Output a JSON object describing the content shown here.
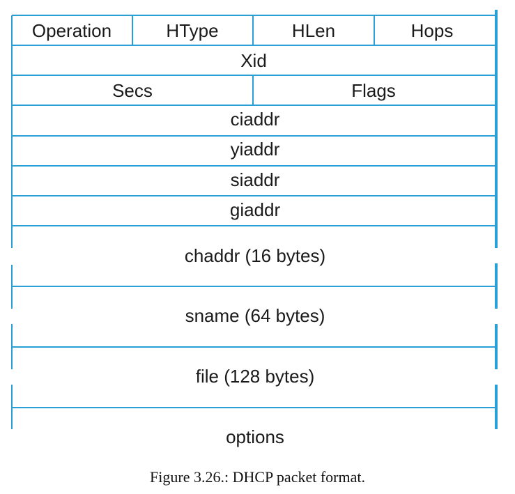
{
  "diagram": {
    "rows": [
      {
        "cells": [
          "Operation",
          "HType",
          "HLen",
          "Hops"
        ]
      },
      {
        "cells": [
          "Xid"
        ]
      },
      {
        "cells": [
          "Secs",
          "Flags"
        ]
      },
      {
        "cells": [
          "ciaddr"
        ]
      },
      {
        "cells": [
          "yiaddr"
        ]
      },
      {
        "cells": [
          "siaddr"
        ]
      },
      {
        "cells": [
          "giaddr"
        ]
      },
      {
        "cells": [
          "chaddr (16 bytes)"
        ]
      },
      {
        "cells": [
          "sname (64 bytes)"
        ]
      },
      {
        "cells": [
          "file (128 bytes)"
        ]
      },
      {
        "cells": [
          "options"
        ]
      }
    ],
    "line_color": "#2a9fd6"
  },
  "caption": "Figure 3.26.: DHCP packet format."
}
